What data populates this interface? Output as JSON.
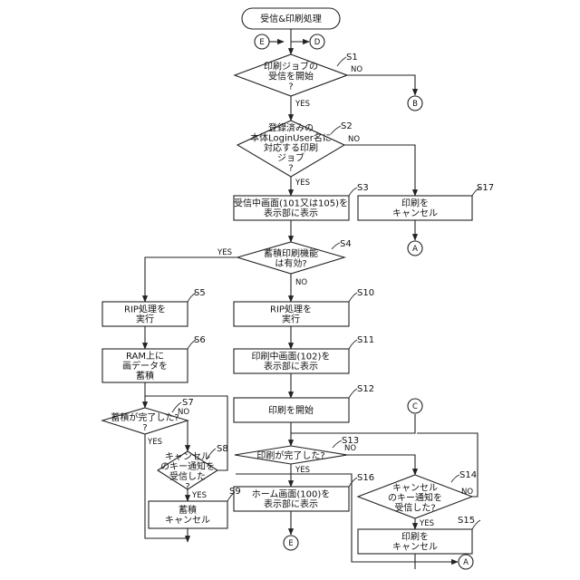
{
  "nodes": {
    "start": {
      "lines": [
        "受信&印刷処理"
      ]
    },
    "s1": {
      "lines": [
        "印刷ジョブの",
        "受信を開始",
        "?"
      ]
    },
    "s2": {
      "lines": [
        "登録済みの",
        "本体LoginUser名に",
        "対応する印刷",
        "ジョブ",
        "?"
      ]
    },
    "s3": {
      "lines": [
        "受信中画面(101又は105)を",
        "表示部に表示"
      ]
    },
    "s4": {
      "lines": [
        "蓄積印刷機能",
        "は有効?"
      ]
    },
    "s5": {
      "lines": [
        "RIP処理を",
        "実行"
      ]
    },
    "s6": {
      "lines": [
        "RAM上に",
        "画データを",
        "蓄積"
      ]
    },
    "s7": {
      "lines": [
        "蓄積が完了した?",
        "?"
      ]
    },
    "s8": {
      "lines": [
        "キャンセル",
        "のキー通知を",
        "受信した",
        "?"
      ]
    },
    "s9": {
      "lines": [
        "蓄積",
        "キャンセル"
      ]
    },
    "s10": {
      "lines": [
        "RIP処理を",
        "実行"
      ]
    },
    "s11": {
      "lines": [
        "印刷中画面(102)を",
        "表示部に表示"
      ]
    },
    "s12": {
      "lines": [
        "印刷を開始"
      ]
    },
    "s13": {
      "lines": [
        "印刷が完了した?"
      ]
    },
    "s14": {
      "lines": [
        "キャンセル",
        "のキー通知を",
        "受信した?"
      ]
    },
    "s15": {
      "lines": [
        "印刷を",
        "キャンセル"
      ]
    },
    "s16": {
      "lines": [
        "ホーム画面(100)を",
        "表示部に表示"
      ]
    },
    "s17": {
      "lines": [
        "印刷を",
        "キャンセル"
      ]
    }
  },
  "step_labels": {
    "s1": "S1",
    "s2": "S2",
    "s3": "S3",
    "s4": "S4",
    "s5": "S5",
    "s6": "S6",
    "s7": "S7",
    "s8": "S8",
    "s9": "S9",
    "s10": "S10",
    "s11": "S11",
    "s12": "S12",
    "s13": "S13",
    "s14": "S14",
    "s15": "S15",
    "s16": "S16",
    "s17": "S17"
  },
  "branch_labels": {
    "s1_no": "NO",
    "s1_yes": "YES",
    "s2_no": "NO",
    "s2_yes": "YES",
    "s4_yes": "YES",
    "s4_no": "NO",
    "s7_no": "NO",
    "s7_yes": "YES",
    "s8_yes": "YES",
    "s13_no": "NO",
    "s13_yes": "YES",
    "s14_no": "NO",
    "s14_yes": "YES"
  },
  "connectors": {
    "e_top": "E",
    "d_top": "D",
    "b": "B",
    "a_mid": "A",
    "c": "C",
    "e_bottom": "E",
    "a_bottom": "A"
  }
}
